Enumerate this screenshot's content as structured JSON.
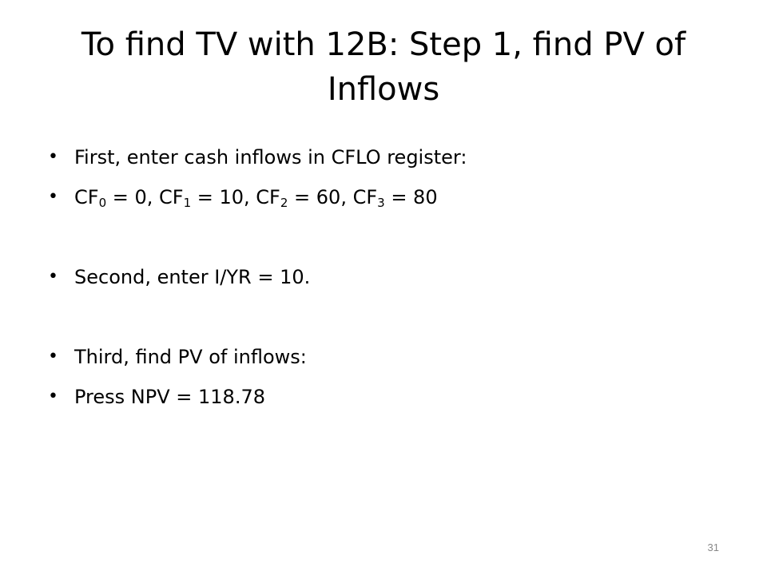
{
  "slide": {
    "title": "To find TV with 12B: Step 1, find PV of Inflows",
    "bullet_char": "•",
    "bullets": [
      {
        "text": "First, enter cash inflows in CFLO register:"
      },
      {
        "cf0_label": "CF",
        "cf0_sub": "0",
        "cf0_val": " = 0, ",
        "cf1_label": "CF",
        "cf1_sub": "1",
        "cf1_val": " = 10, ",
        "cf2_label": "CF",
        "cf2_sub": "2",
        "cf2_val": " = 60, ",
        "cf3_label": "CF",
        "cf3_sub": "3",
        "cf3_val": " = 80"
      },
      {
        "text": "Second, enter I/YR = 10."
      },
      {
        "text": "Third, find PV of inflows:"
      },
      {
        "text": "Press NPV = 118.78"
      }
    ],
    "page_number": "31"
  }
}
